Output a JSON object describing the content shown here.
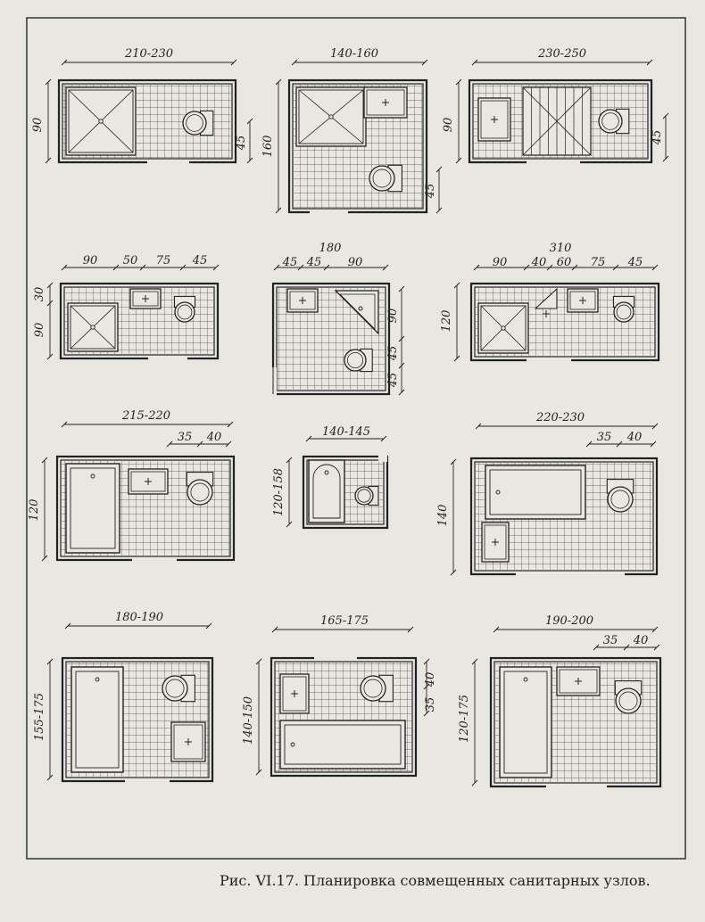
{
  "caption": "Рис. VI.17. Планировка совмещенных санитарных узлов.",
  "icons": [
    "shower-tray",
    "toilet",
    "washbasin",
    "bathtub"
  ],
  "plans": [
    {
      "id": "p1",
      "labels": {
        "top": "210-230",
        "left": "90",
        "right": "45"
      }
    },
    {
      "id": "p2",
      "labels": {
        "top": "140-160",
        "left": "160",
        "right": "45"
      }
    },
    {
      "id": "p3",
      "labels": {
        "top": "230-250",
        "left": "90",
        "right": "45"
      }
    },
    {
      "id": "p4",
      "labels": {
        "t1": "90",
        "t2": "50",
        "t3": "75",
        "t4": "45",
        "l1": "30",
        "l2": "90"
      }
    },
    {
      "id": "p5",
      "labels": {
        "top": "180",
        "t1": "45",
        "t2": "45",
        "t3": "90",
        "r1": "90",
        "r2": "45",
        "r3": "45"
      }
    },
    {
      "id": "p6",
      "labels": {
        "top": "310",
        "t1": "90",
        "t2": "40",
        "t3": "60",
        "t4": "75",
        "t5": "45",
        "left": "120"
      }
    },
    {
      "id": "p7",
      "labels": {
        "top": "215-220",
        "s1": "35",
        "s2": "40",
        "left": "120"
      }
    },
    {
      "id": "p8",
      "labels": {
        "top": "140-145",
        "left": "120-158"
      }
    },
    {
      "id": "p9",
      "labels": {
        "top": "220-230",
        "s1": "35",
        "s2": "40",
        "left": "140"
      }
    },
    {
      "id": "p10",
      "labels": {
        "top": "180-190",
        "left": "155-175"
      }
    },
    {
      "id": "p11",
      "labels": {
        "top": "165-175",
        "left": "140-150",
        "r1": "35",
        "r2": "40"
      }
    },
    {
      "id": "p12",
      "labels": {
        "top": "190-200",
        "s1": "35",
        "s2": "40",
        "left": "120-175"
      }
    }
  ]
}
